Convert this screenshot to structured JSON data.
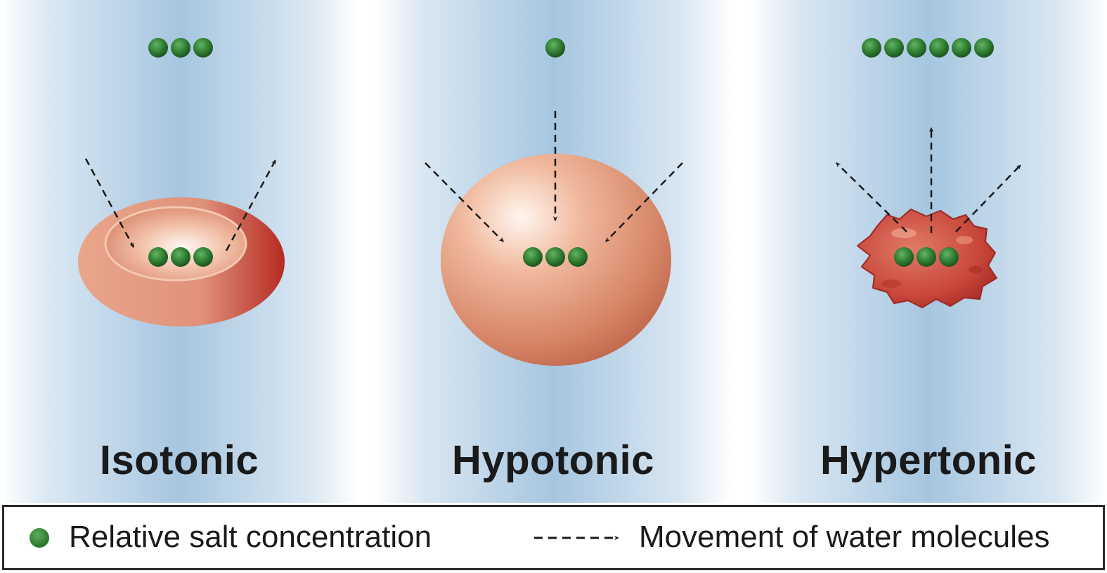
{
  "panels": [
    {
      "label": "Isotonic",
      "outside_salt": 3,
      "inside_salt": 3
    },
    {
      "label": "Hypotonic",
      "outside_salt": 1,
      "inside_salt": 3
    },
    {
      "label": "Hypertonic",
      "outside_salt": 6,
      "inside_salt": 3
    }
  ],
  "legend": {
    "salt_label": "Relative salt concentration",
    "water_label": "Movement of water molecules"
  },
  "colors": {
    "salt_dot": "#2f7d32",
    "cell": "#d9735a",
    "background_blue": "#a6c6e0",
    "arrow": "#1a1a1a"
  }
}
